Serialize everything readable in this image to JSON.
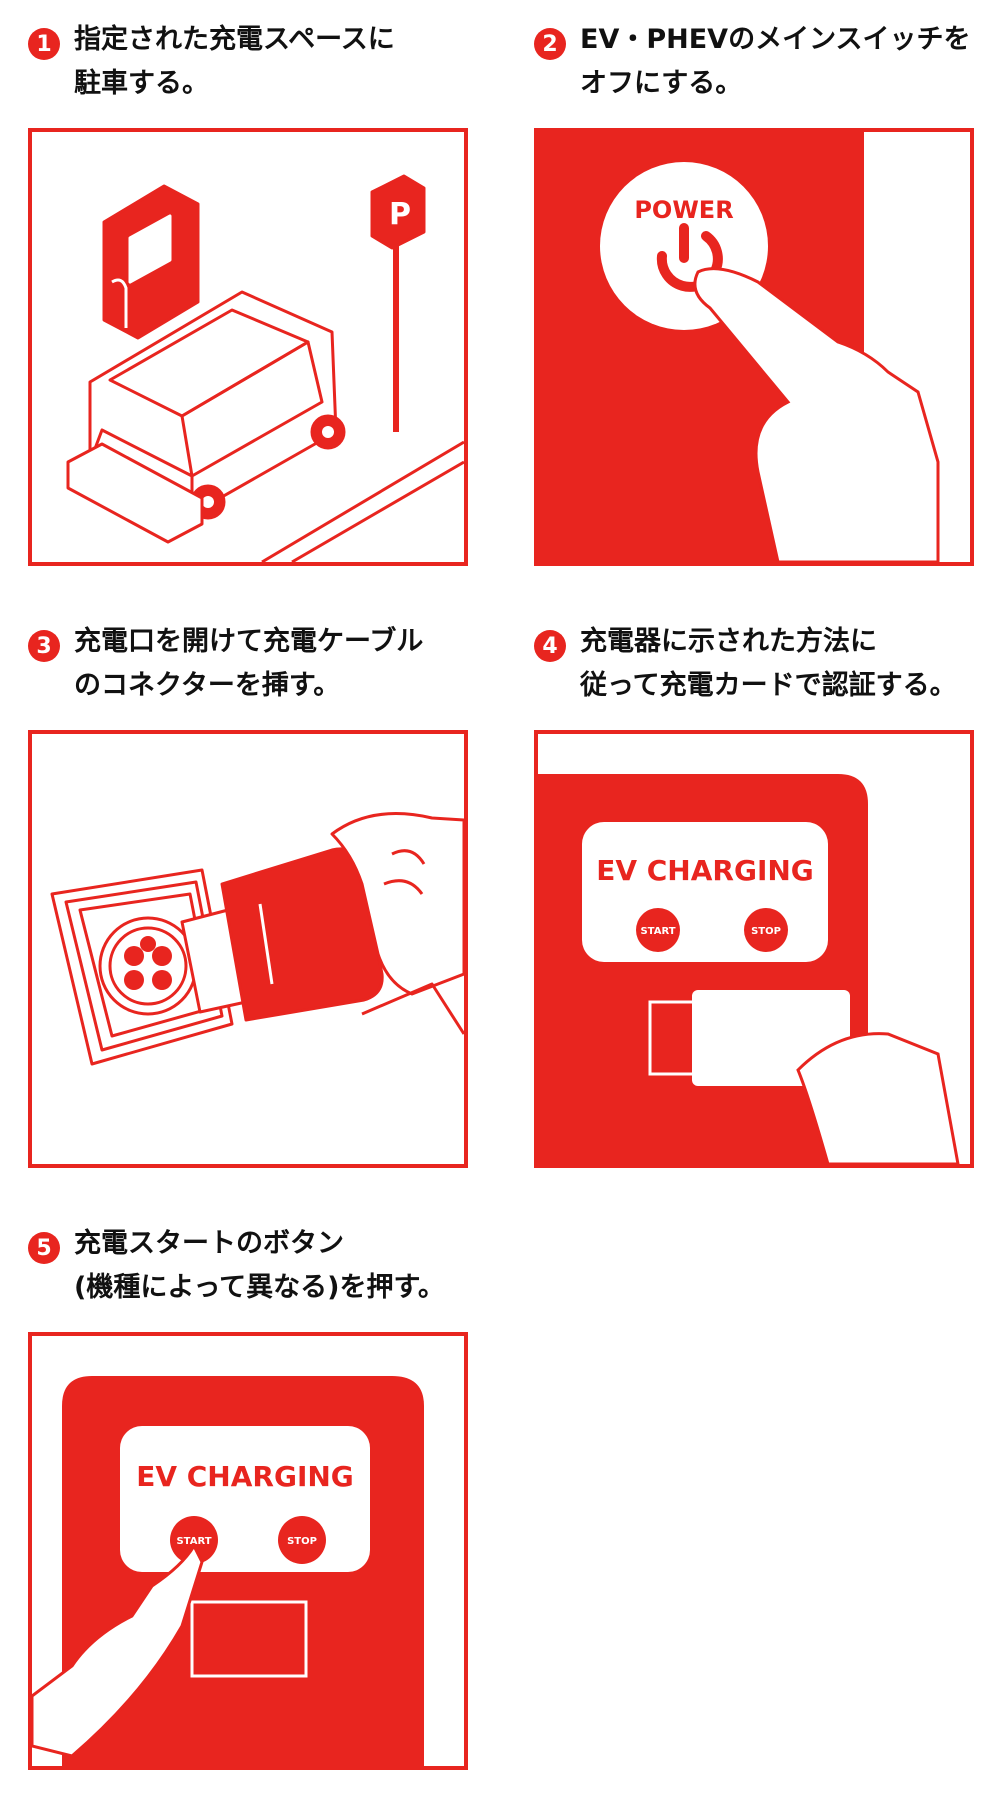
{
  "steps": [
    {
      "number": "1",
      "caption": "指定された充電スペースに\n駐車する。",
      "sign_label": "P"
    },
    {
      "number": "2",
      "caption": "EV・PHEVのメインスイッチを\nオフにする。",
      "power_label": "POWER"
    },
    {
      "number": "3",
      "caption": "充電口を開けて充電ケーブル\nのコネクターを挿す。"
    },
    {
      "number": "4",
      "caption": "充電器に示された方法に\n従って充電カードで認証する。",
      "panel_title": "EV CHARGING",
      "start_label": "START",
      "stop_label": "STOP"
    },
    {
      "number": "5",
      "caption": "充電スタートのボタン\n(機種によって異なる)を押す。",
      "panel_title": "EV CHARGING",
      "start_label": "START",
      "stop_label": "STOP"
    }
  ],
  "colors": {
    "accent": "#e8251f",
    "text": "#111111",
    "background": "#ffffff"
  }
}
